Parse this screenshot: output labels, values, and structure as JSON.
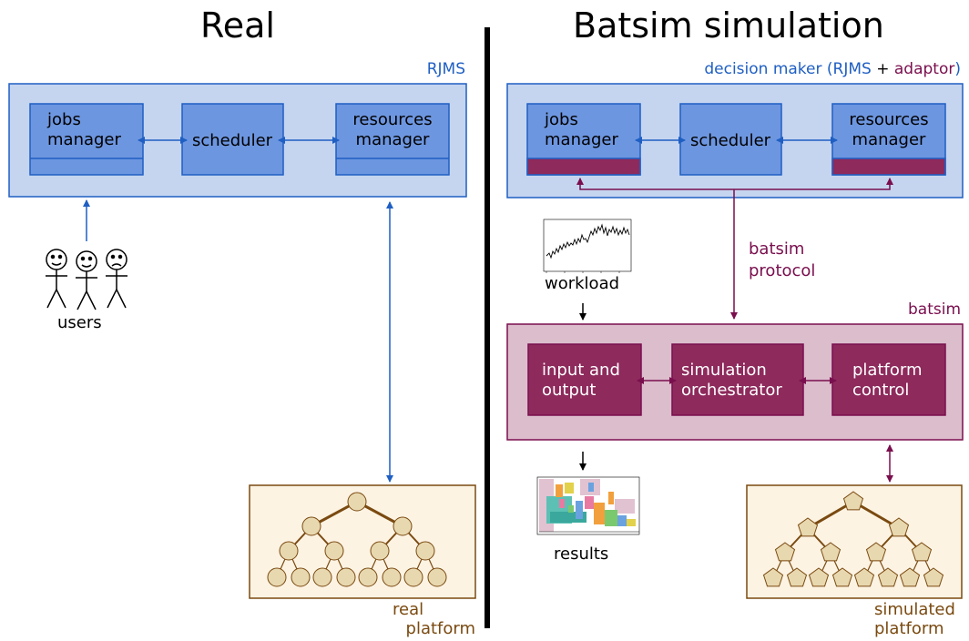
{
  "left": {
    "title": "Real",
    "rjms_label": "RJMS",
    "jobs_manager_l1": "jobs",
    "jobs_manager_l2": "manager",
    "scheduler": "scheduler",
    "resources_manager_l1": "resources",
    "resources_manager_l2": "manager",
    "users": "users",
    "platform_l1": "real",
    "platform_l2": "platform"
  },
  "right": {
    "title": "Batsim simulation",
    "decision_maker_prefix": "decision maker (RJMS",
    "decision_maker_plus": " + ",
    "decision_maker_adaptor": "adaptor",
    "decision_maker_suffix": ")",
    "jobs_manager_l1": "jobs",
    "jobs_manager_l2": "manager",
    "scheduler": "scheduler",
    "resources_manager_l1": "resources",
    "resources_manager_l2": "manager",
    "protocol_l1": "batsim",
    "protocol_l2": "protocol",
    "workload": "workload",
    "batsim_label": "batsim",
    "io_l1": "input and",
    "io_l2": "output",
    "orch_l1": "simulation",
    "orch_l2": "orchestrator",
    "pc_l1": "platform",
    "pc_l2": "control",
    "results": "results",
    "platform_l1": "simulated",
    "platform_l2": "platform"
  },
  "colors": {
    "blue_line": "#1f5fc3",
    "blue_panel": "#c5d5f0",
    "blue_box": "#6d96e0",
    "wine": "#7a0f4e",
    "wine_box": "#8e2a5c",
    "pink_panel": "#dcbdcc",
    "brown": "#7a4a10",
    "tree_fill": "#e8d8b0",
    "platform_bg": "#fdf3e3"
  }
}
